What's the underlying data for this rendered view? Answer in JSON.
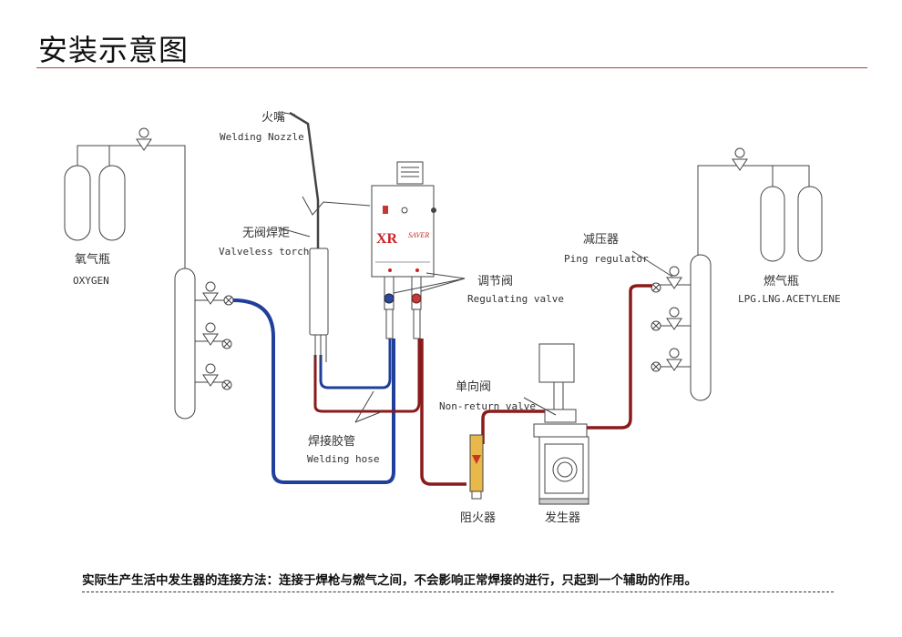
{
  "title": "安装示意图",
  "labels": {
    "nozzle_cn": "火嘴",
    "nozzle_en": "Welding Nozzle",
    "torch_cn": "无阀焊炬",
    "torch_en": "Valveless torch",
    "oxygen_cn": "氧气瓶",
    "oxygen_en": "OXYGEN",
    "regulating_cn": "调节阀",
    "regulating_en": "Regulating valve",
    "regulator_cn": "减压器",
    "regulator_en": "Ping regulator",
    "fuel_cn": "燃气瓶",
    "fuel_en": "LPG.LNG.ACETYLENE",
    "nonreturn_cn": "单向阀",
    "nonreturn_en": "Non-return valve",
    "hose_cn": "焊接胶管",
    "hose_en": "Welding hose",
    "arrestor_cn": "阻火器",
    "generator_cn": "发生器",
    "brand_logo": "XR",
    "brand_name": "SAVER"
  },
  "footer_text": "实际生产生活中发生器的连接方法：连接于焊枪与燃气之间，不会影响正常焊接的进行，只起到一个辅助的作用。",
  "colors": {
    "oxygen_hose": "#1f3f9a",
    "fuel_hose": "#8b1a1a",
    "title_rule": "#b83a3a",
    "line": "#444444"
  }
}
